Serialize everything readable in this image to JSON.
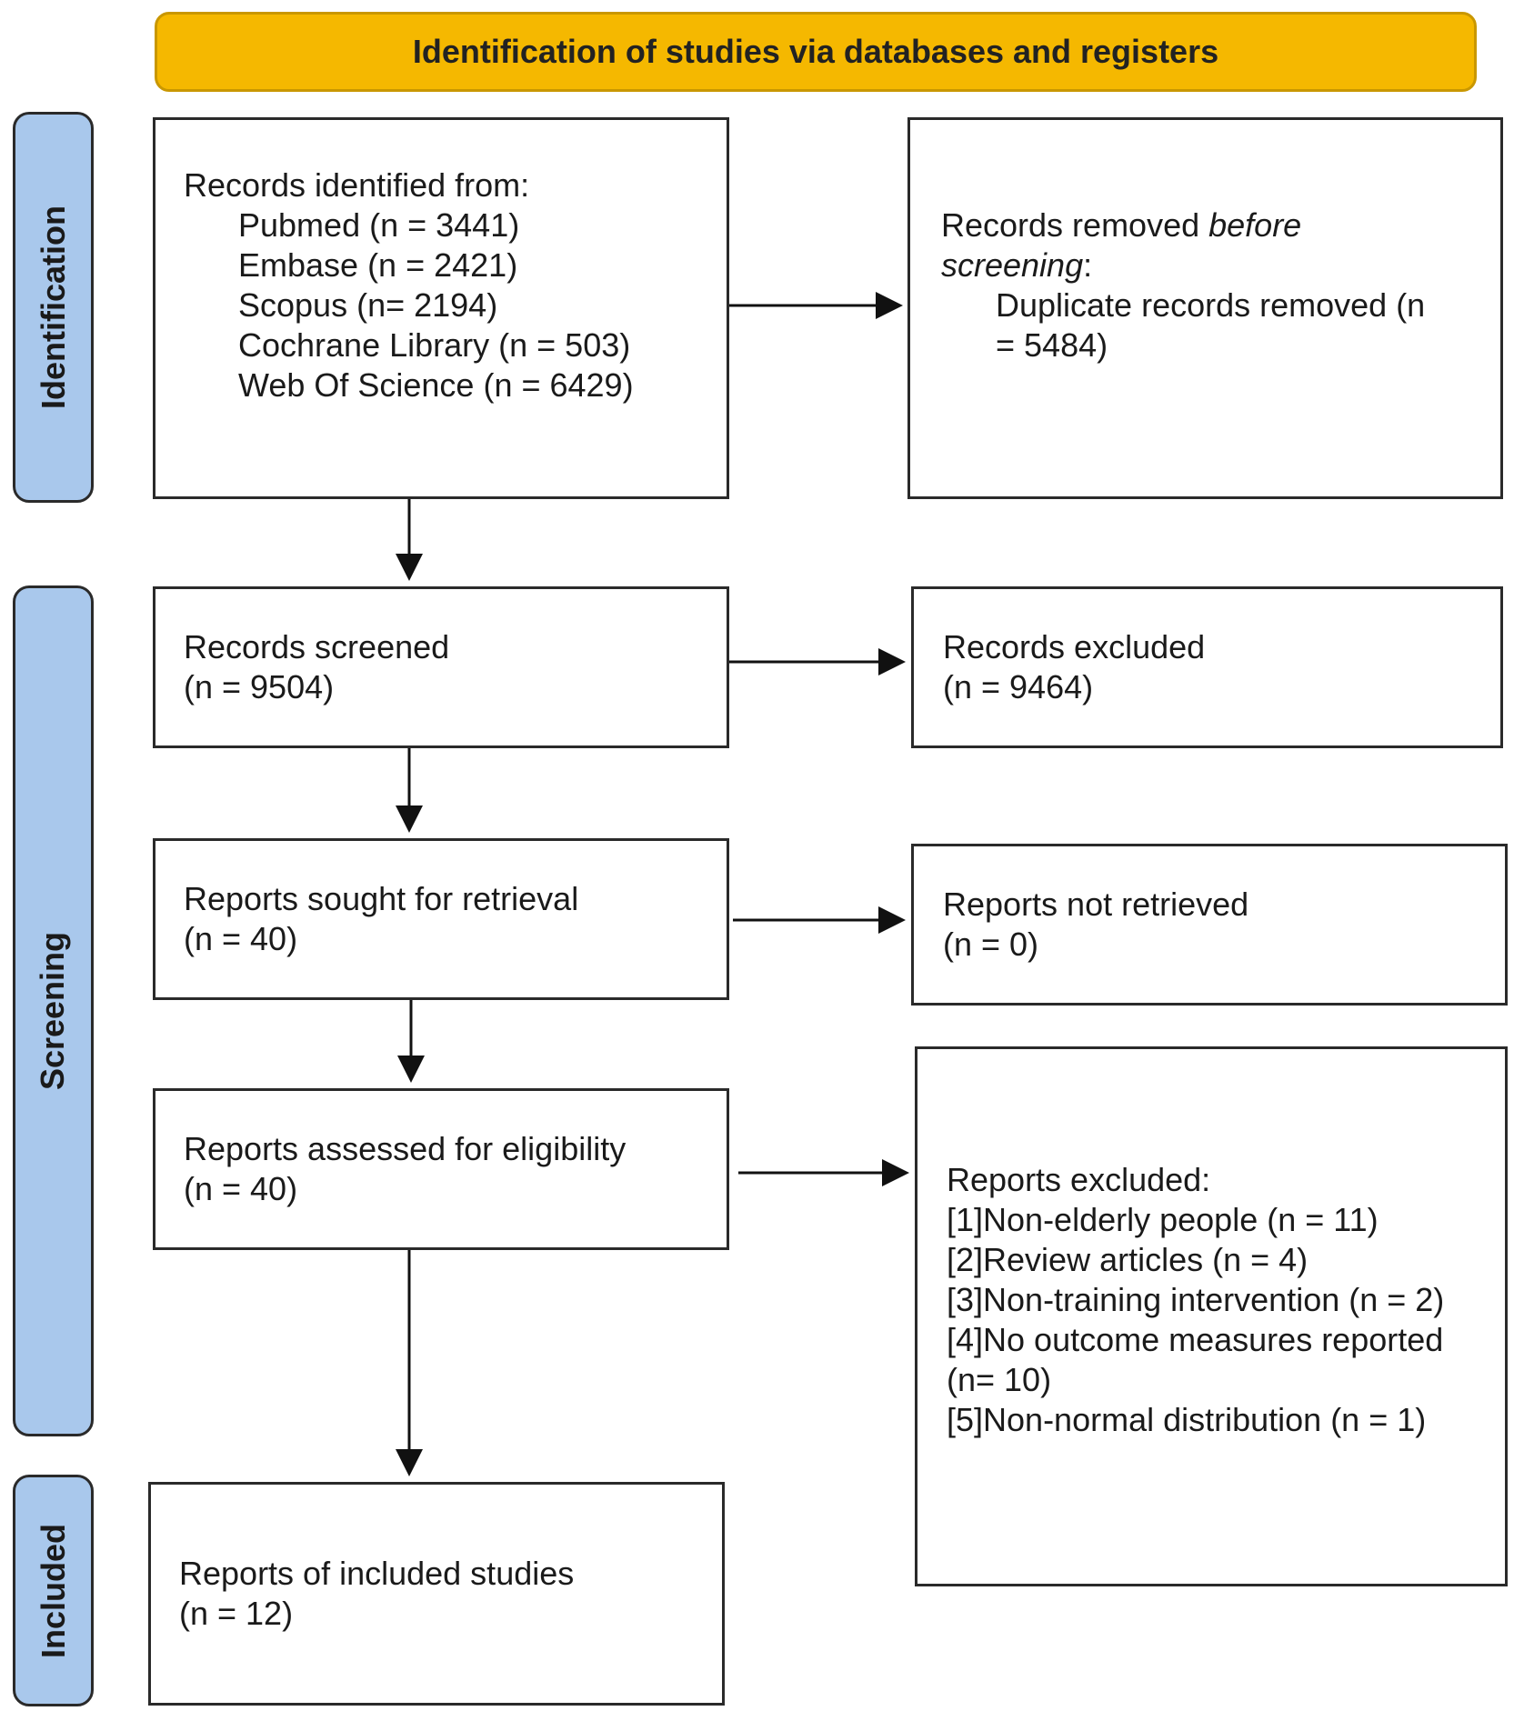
{
  "header": {
    "title": "Identification of studies via databases and registers"
  },
  "phases": {
    "identification": "Identification",
    "screening": "Screening",
    "included": "Included"
  },
  "identified": {
    "heading": "Records identified from:",
    "sources": [
      "Pubmed (n = 3441)",
      "Embase (n = 2421)",
      "Scopus (n= 2194)",
      "Cochrane Library (n = 503)",
      "Web Of Science (n = 6429)"
    ]
  },
  "removed": {
    "heading_prefix": "Records removed ",
    "heading_italic": "before",
    "line2_italic": "screening",
    "line2_suffix": ":",
    "detail_line1": "Duplicate records removed  (n",
    "detail_line2": "= 5484)"
  },
  "screened": {
    "label": "Records screened",
    "count": "(n = 9504)"
  },
  "excluded_records": {
    "label": "Records excluded",
    "count": "(n = 9464)"
  },
  "sought": {
    "label": "Reports sought for retrieval",
    "count": "(n = 40)"
  },
  "not_retrieved": {
    "label": "Reports not retrieved",
    "count": "(n = 0)"
  },
  "assessed": {
    "label": "Reports assessed for eligibility",
    "count": "(n = 40)"
  },
  "reports_excluded": {
    "heading": "Reports excluded:",
    "reasons": [
      "[1]Non-elderly people (n = 11)",
      "[2]Review articles (n = 4)",
      "[3]Non-training intervention (n = 2)",
      "[4]No outcome measures reported",
      "(n= 10)",
      "[5]Non-normal distribution (n = 1)"
    ]
  },
  "included": {
    "label": "Reports of included studies",
    "count": "(n = 12)"
  }
}
